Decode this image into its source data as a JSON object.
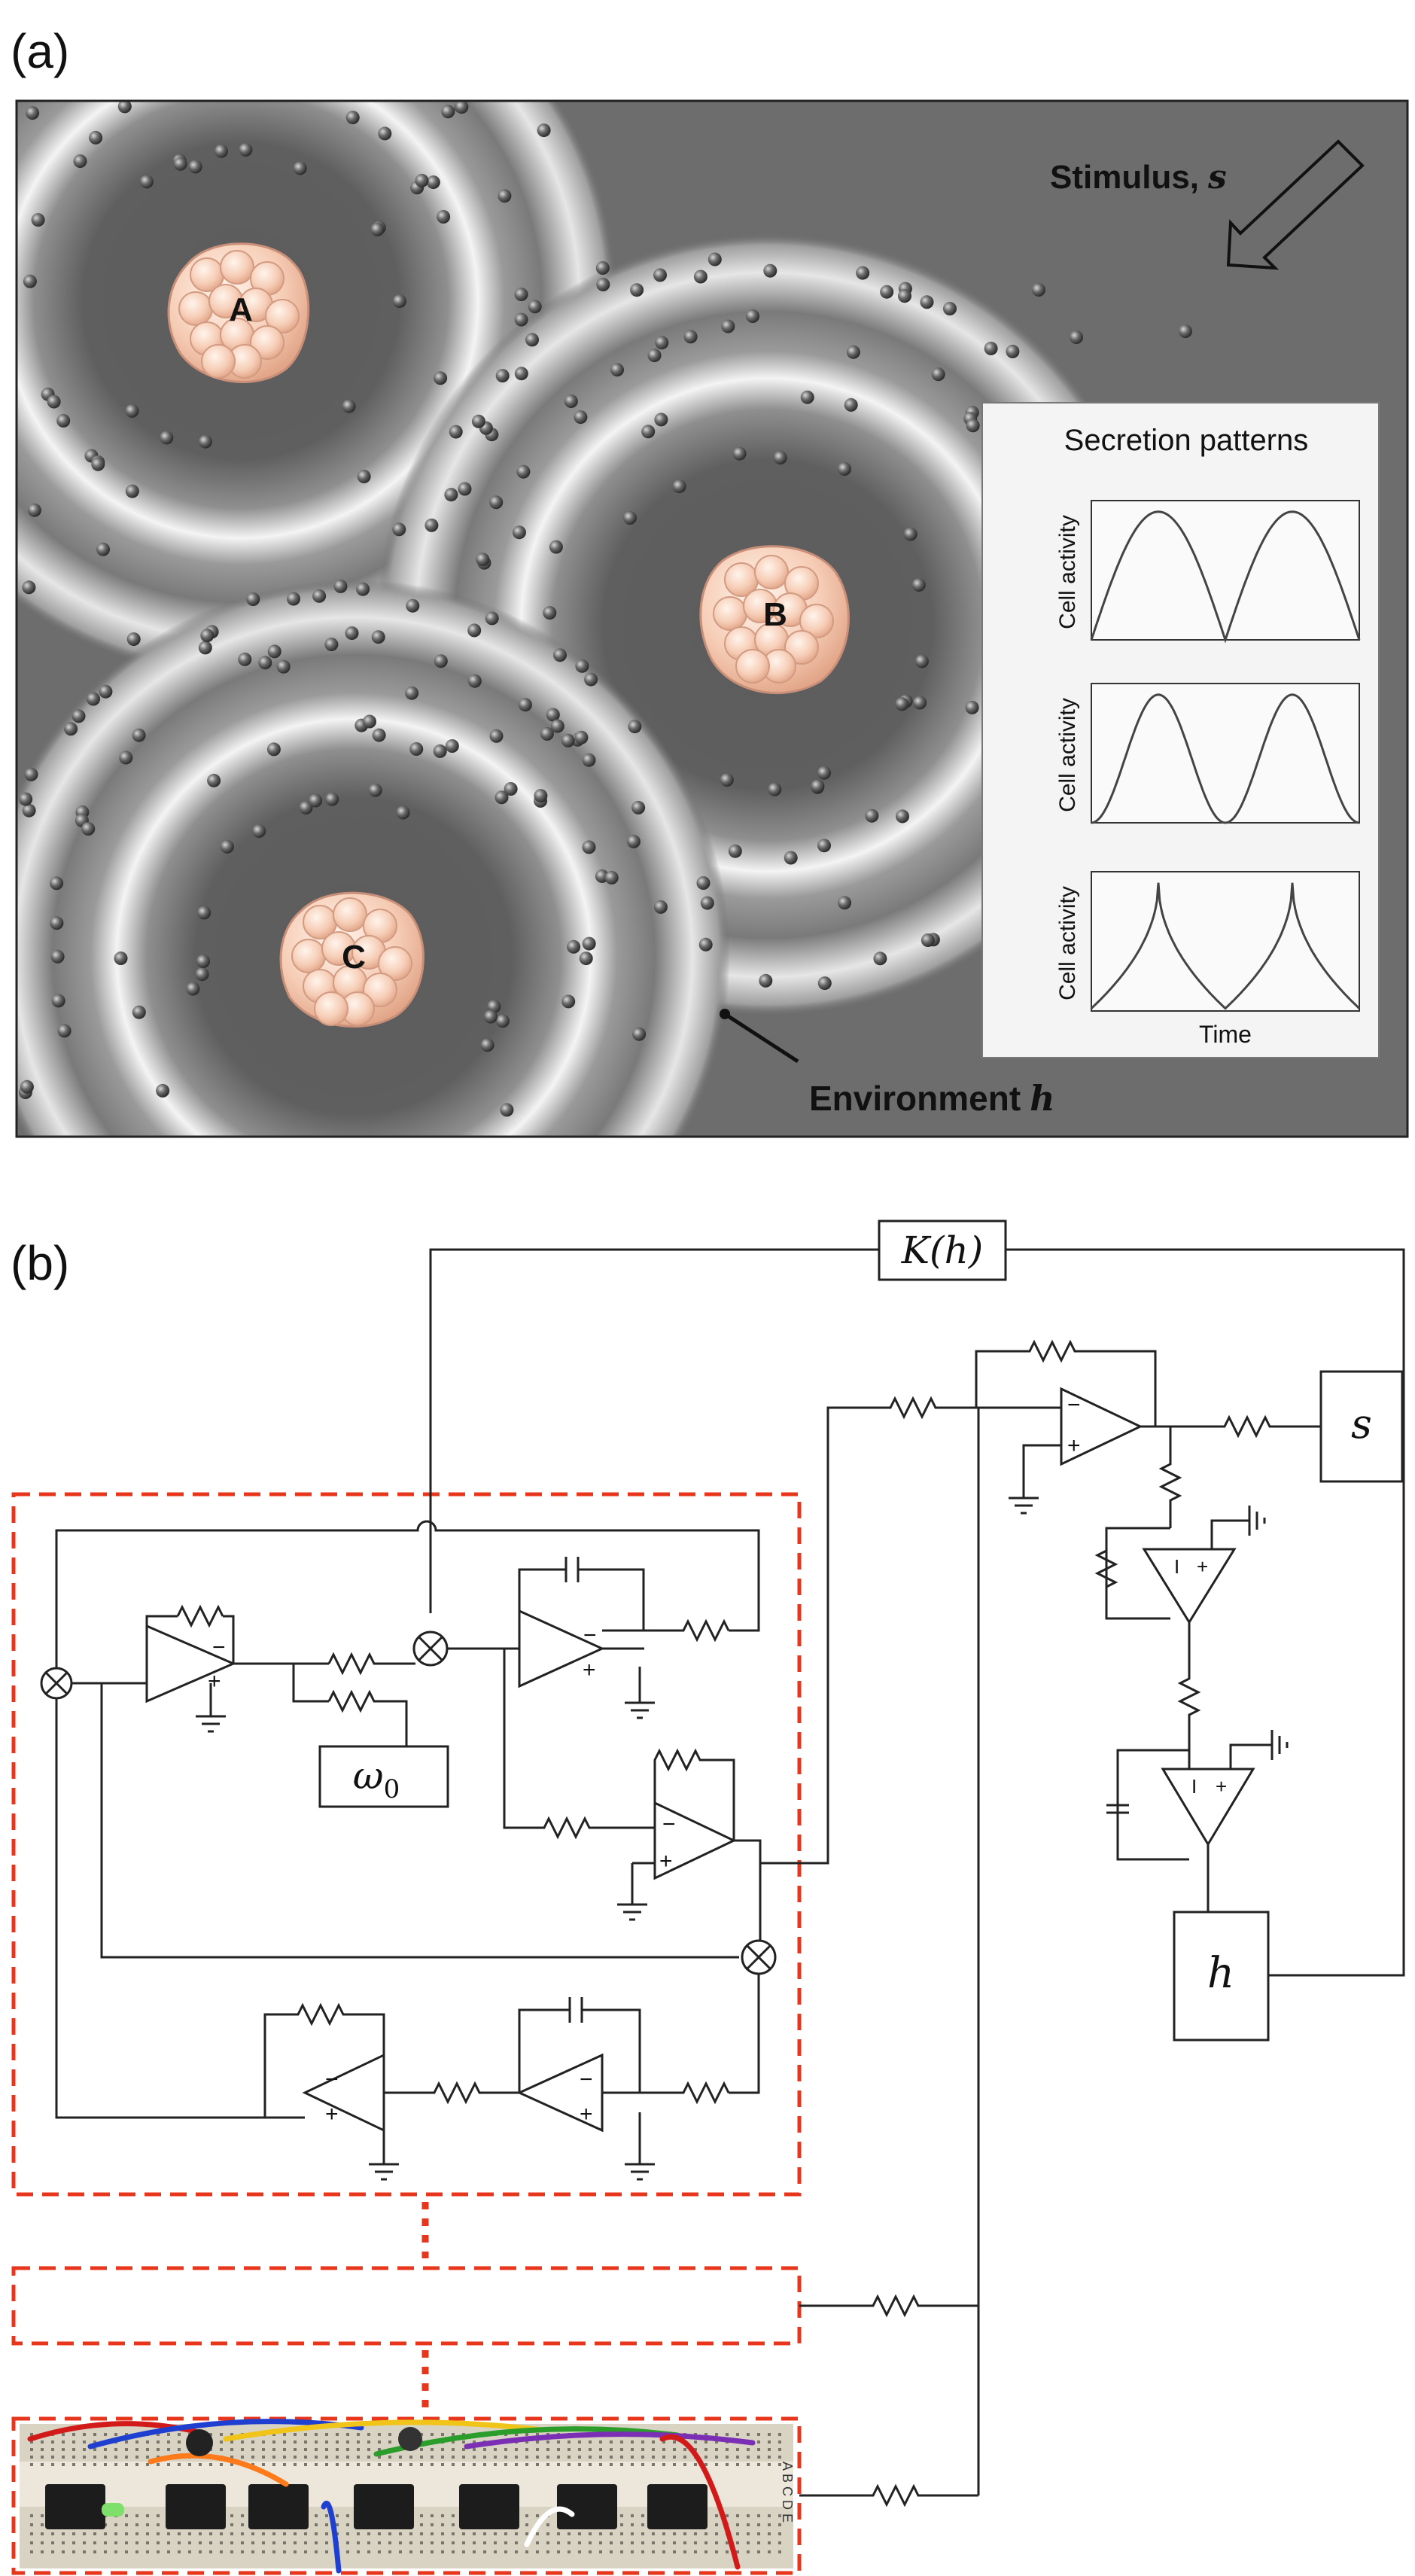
{
  "panel_a": {
    "label": "(a)",
    "stimulus_label": "Stimulus,",
    "stimulus_symbol": "s",
    "environment_label": "Environment",
    "environment_symbol": "h",
    "cells": [
      {
        "id": "cell-a",
        "label": "A"
      },
      {
        "id": "cell-b",
        "label": "B"
      },
      {
        "id": "cell-c",
        "label": "C"
      }
    ],
    "inset": {
      "title": "Secretion patterns",
      "ylabel": "Cell activity",
      "xlabel": "Time",
      "plots": [
        {
          "name": "secretion-plot-1",
          "shape": "sine-arch"
        },
        {
          "name": "secretion-plot-2",
          "shape": "smooth-pulse"
        },
        {
          "name": "secretion-plot-3",
          "shape": "cusp-spike"
        }
      ]
    },
    "colors": {
      "background": "#6d6d6d",
      "dark_core": "#5e5e5e",
      "ring_light": "#f2f2f2",
      "cell_fill": "#f3c9b2",
      "cell_edge": "#c98f78",
      "particle": "#555555"
    }
  },
  "panel_b": {
    "label": "(b)",
    "feedback_box": "K(h)",
    "omega_box": "ω",
    "omega_subscript": "0",
    "s_box": "s",
    "h_box": "h",
    "op_amp_minus": "−",
    "op_amp_plus": "+",
    "op_amp_minus_small": "I",
    "colors": {
      "wire": "#222222",
      "dashed_box": "#e8361c",
      "wire_blue": "#1c2a80"
    },
    "breadboard": {
      "row_letters": "A B C D E"
    }
  }
}
